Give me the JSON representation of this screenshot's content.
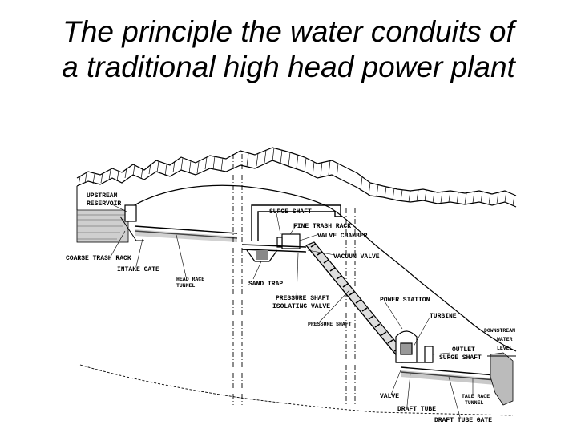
{
  "title": {
    "line1": "The principle the water conduits of",
    "line2": "a traditional high head power plant"
  },
  "labels": {
    "upstream_reservoir_1": "UPSTREAM",
    "upstream_reservoir_2": "RESERVOIR",
    "surge_shaft": "SURGE SHAFT",
    "fine_trash_rack": "FINE TRASH RACK",
    "valve_chamber": "VALVE CHAMBER",
    "vacuum_valve": "VACUUM VALVE",
    "coarse_trash_rack": "COARSE TRASH RACK",
    "intake_gate": "INTAKE GATE",
    "head_race_1": "HEAD RACE",
    "head_race_2": "TUNNEL",
    "sand_trap": "SAND TRAP",
    "pressure_shaft_isolating_1": "PRESSURE SHAFT",
    "pressure_shaft_isolating_2": "ISOLATING VALVE",
    "pressure_shaft": "PRESSURE SHAFT",
    "power_station": "POWER STATION",
    "turbine": "TURBINE",
    "downstream_1": "DOWNSTREAM",
    "downstream_2": "WATER",
    "downstream_3": "LEVEL",
    "outlet_surge_1": "OUTLET",
    "outlet_surge_2": "SURGE SHAFT",
    "valve": "VALVE",
    "tail_race_1": "TALE RACE",
    "tail_race_2": "TUNNEL",
    "draft_tube": "DRAFT TUBE",
    "draft_tube_gate": "DRAFT TUBE GATE"
  }
}
